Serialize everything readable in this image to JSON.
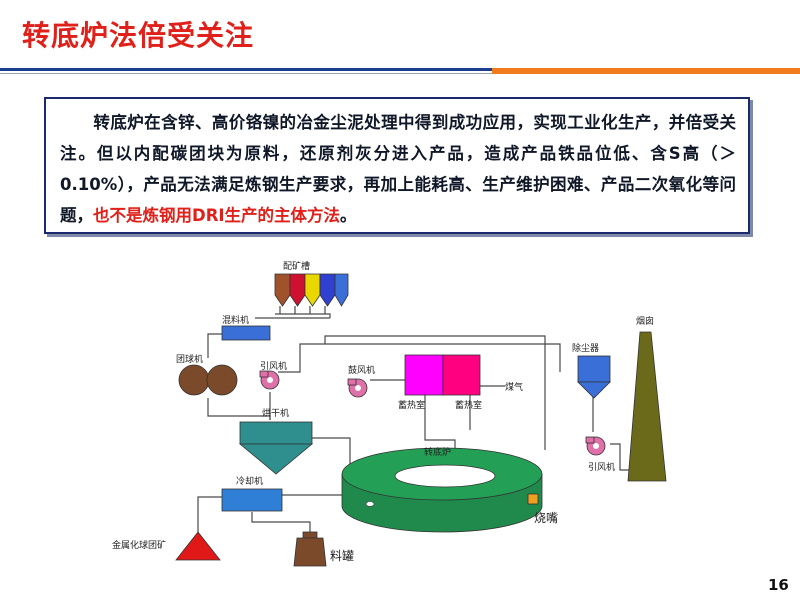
{
  "slide": {
    "title": "转底炉法倍受关注",
    "page_number": "16",
    "body_text": "转底炉在含锌、高价铬镍的冶金尘泥处理中得到成功应用，实现工业化生产，并倍受关注。但以内配碳团块为原料，还原剂灰分进入产品，造成产品铁品位低、含S高（＞0.10%），产品无法满足炼钢生产要求，再加上能耗高、生产维护困难、产品二次氧化等问题，",
    "body_highlight": "也不是炼钢用DRI生产的主体方法",
    "body_end": "。"
  },
  "diagram": {
    "labels": {
      "bins": "配矿槽",
      "mixer": "混料机",
      "pelletizer": "团球机",
      "fan_left": "引风机",
      "dryer": "烘干机",
      "blower": "鼓风机",
      "regen_left": "蓄热室",
      "regen_right": "蓄热室",
      "gas": "煤气",
      "furnace": "转底炉",
      "dust_collector": "除尘器",
      "chimney": "烟囱",
      "fan_right": "引风机",
      "burner": "烧嘴",
      "cooler": "冷却机",
      "product_pile": "金属化球团矿",
      "tank": "料罐"
    },
    "colors": {
      "title_red": "#e0201a",
      "frame_blue": "#1b2a6b",
      "accent_orange": "#f07c1c",
      "furnace_green": "#1f8a4c",
      "regen_magenta": "#ff00ff",
      "regen_pink": "#ff0080",
      "chimney_olive": "#6b6a1a",
      "pellet_brown": "#7a4a2a",
      "fan_pink": "#e070a8",
      "cooler_blue": "#2f7fd6",
      "dryer_teal": "#2f8f8f",
      "pile_red": "#e01818",
      "bin_colors": [
        "#a0522d",
        "#d01030",
        "#e8d800",
        "#3040d0",
        "#3a6fd8"
      ]
    }
  }
}
